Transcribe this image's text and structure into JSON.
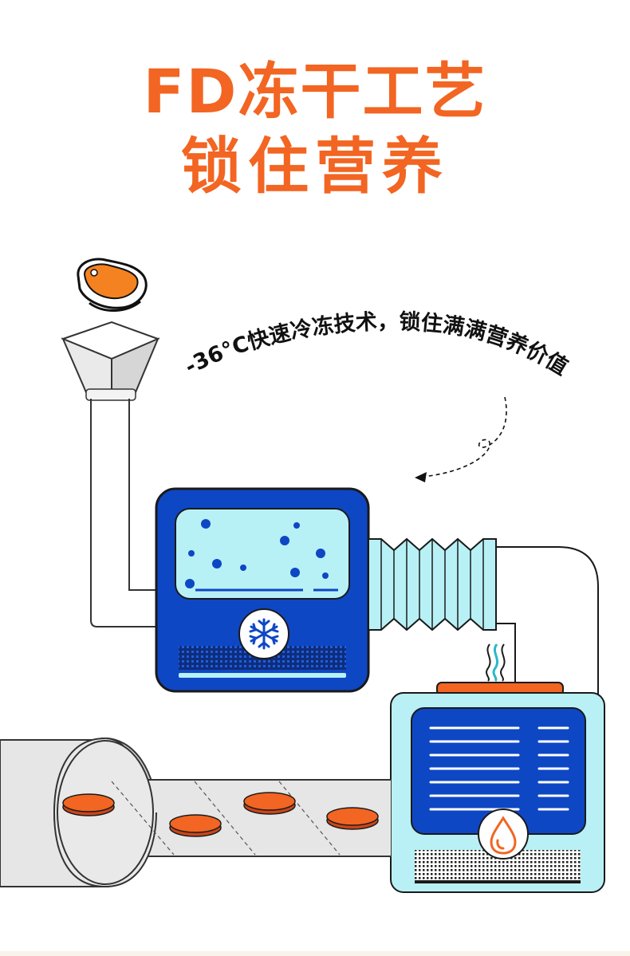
{
  "title": {
    "line1": "FD冻干工艺",
    "line2": "锁住营养"
  },
  "caption": "-36°C快速冷冻技术，锁住满满营养价值",
  "colors": {
    "accent_orange": "#f26522",
    "freezer_blue": "#0e47c4",
    "ice_blue": "#b7f1f6",
    "panel_bg": "#b8f0f5",
    "pipe_gray": "#e6e6e6",
    "outline": "#1a1a1a"
  },
  "icons": {
    "freezer_badge": "snowflake-icon",
    "dryer_badge": "water-drop-icon",
    "heat": "steam-icon",
    "food": "meat-icon"
  }
}
